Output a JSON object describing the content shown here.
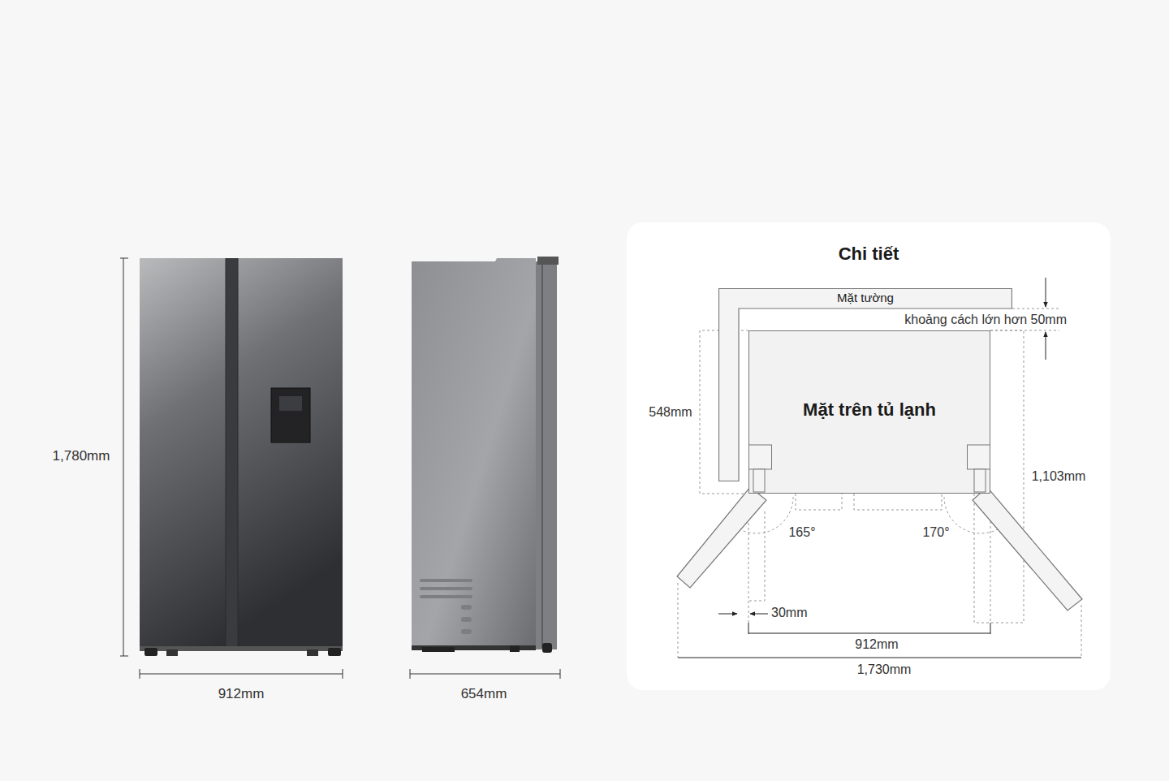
{
  "diagram": {
    "nodes": [
      {
        "text": [
          "Chi tiết"
        ]
      },
      {
        "text": [
          "Mặt tường"
        ],
        "in": 0
      },
      {
        "text": [
          "Mặt trên tủ lạnh"
        ],
        "in": 0
      }
    ],
    "labels": [
      "1,780mm",
      "912mm",
      "654mm",
      "khoảng cách lớn hơn 50mm",
      "548mm",
      "1,103mm",
      "165°",
      "170°",
      "30mm",
      "912mm",
      "1,730mm"
    ]
  }
}
